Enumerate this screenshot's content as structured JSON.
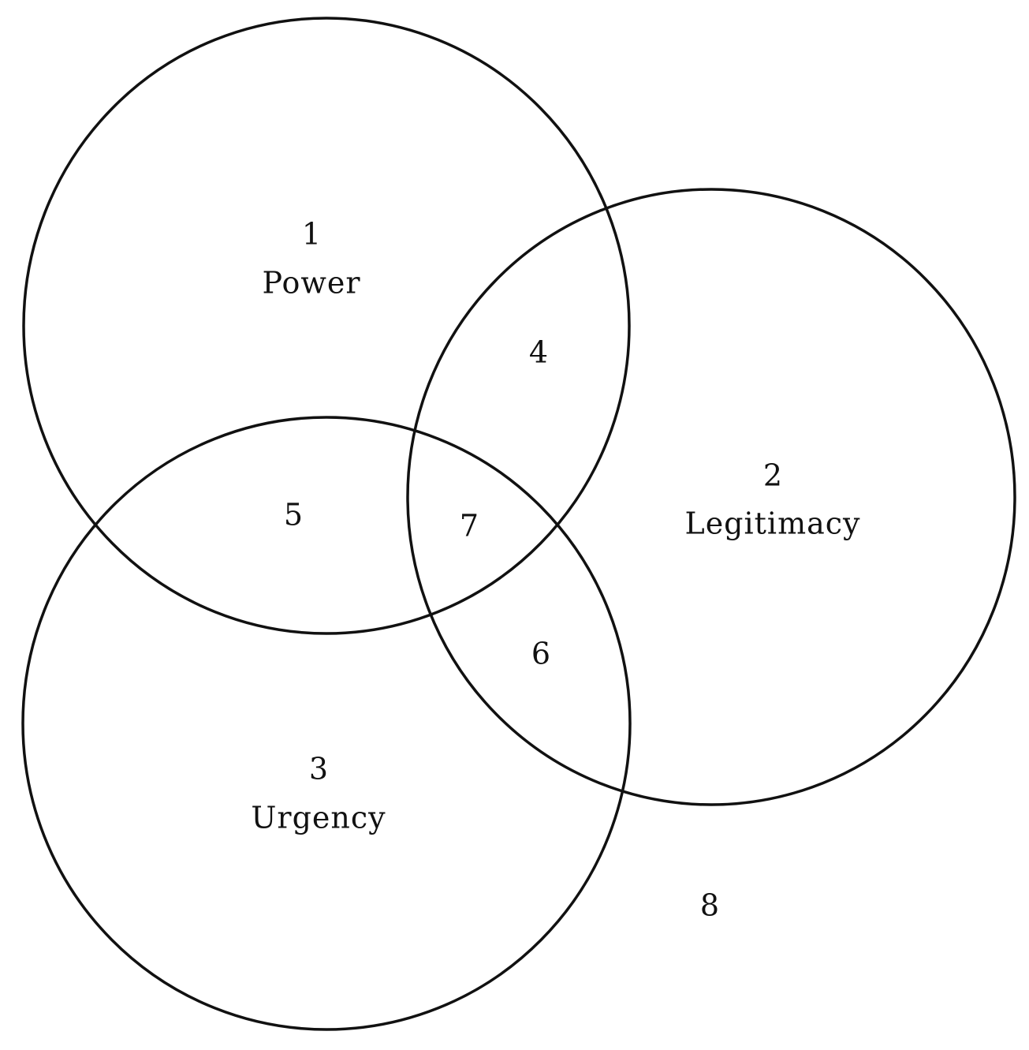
{
  "diagram": {
    "sets": [
      {
        "number": "1",
        "name": "Power"
      },
      {
        "number": "2",
        "name": "Legitimacy"
      },
      {
        "number": "3",
        "name": "Urgency"
      }
    ],
    "intersections": {
      "power_legitimacy": "4",
      "power_urgency": "5",
      "legitimacy_urgency": "6",
      "all_three": "7"
    },
    "outside": "8",
    "colors": {
      "stroke": "#111111",
      "text": "#111111",
      "background": "#ffffff"
    }
  }
}
